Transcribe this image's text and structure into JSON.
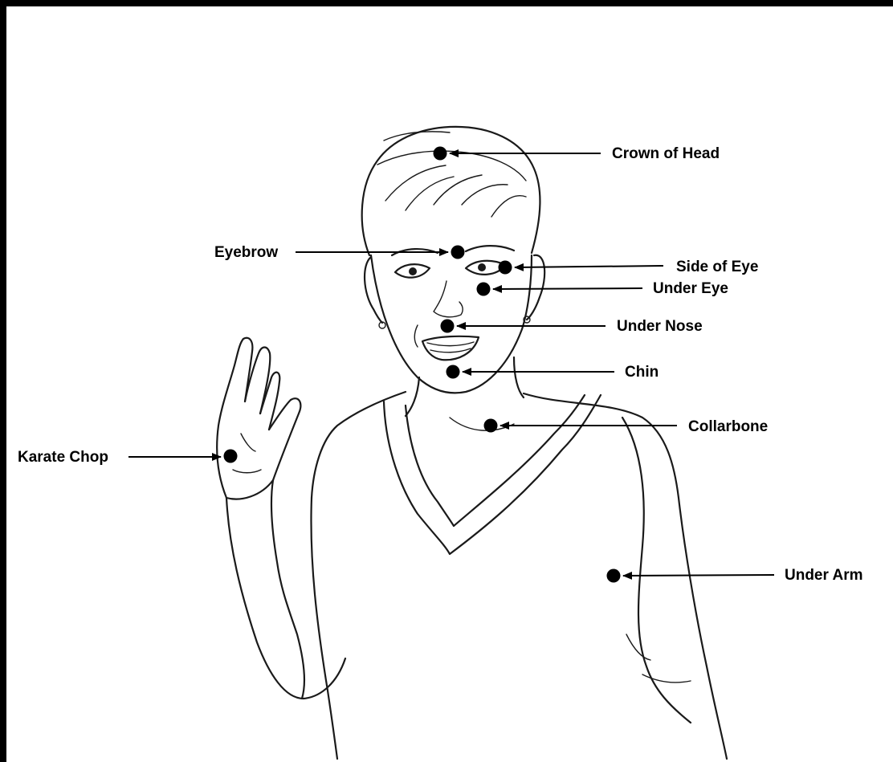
{
  "points": [
    {
      "key": "crown",
      "label": "Crown of Head"
    },
    {
      "key": "eyebrow",
      "label": "Eyebrow"
    },
    {
      "key": "side_eye",
      "label": "Side of Eye"
    },
    {
      "key": "under_eye",
      "label": "Under Eye"
    },
    {
      "key": "under_nose",
      "label": "Under Nose"
    },
    {
      "key": "chin",
      "label": "Chin"
    },
    {
      "key": "collarbone",
      "label": "Collarbone"
    },
    {
      "key": "karate_chop",
      "label": "Karate Chop"
    },
    {
      "key": "under_arm",
      "label": "Under Arm"
    }
  ],
  "colors": {
    "ink": "#000000",
    "background": "#ffffff"
  }
}
